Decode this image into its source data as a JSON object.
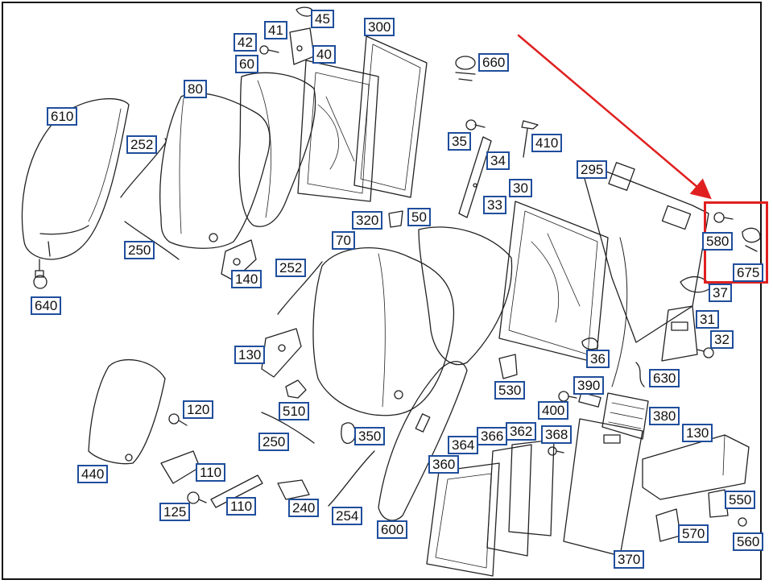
{
  "accent_colors": {
    "label_border": "#1f4e9c",
    "highlight": "#e02020",
    "line": "#222222"
  },
  "callouts": [
    {
      "id": "c45",
      "text": "45"
    },
    {
      "id": "c41",
      "text": "41"
    },
    {
      "id": "c42",
      "text": "42"
    },
    {
      "id": "c60",
      "text": "60"
    },
    {
      "id": "c40",
      "text": "40"
    },
    {
      "id": "c300",
      "text": "300"
    },
    {
      "id": "c660",
      "text": "660"
    },
    {
      "id": "c80",
      "text": "80"
    },
    {
      "id": "c610",
      "text": "610"
    },
    {
      "id": "c252a",
      "text": "252"
    },
    {
      "id": "c35",
      "text": "35"
    },
    {
      "id": "c410",
      "text": "410"
    },
    {
      "id": "c34",
      "text": "34"
    },
    {
      "id": "c295",
      "text": "295"
    },
    {
      "id": "c30",
      "text": "30"
    },
    {
      "id": "c33",
      "text": "33"
    },
    {
      "id": "c320",
      "text": "320"
    },
    {
      "id": "c50",
      "text": "50"
    },
    {
      "id": "c70",
      "text": "70"
    },
    {
      "id": "c250a",
      "text": "250"
    },
    {
      "id": "c252b",
      "text": "252"
    },
    {
      "id": "c140",
      "text": "140"
    },
    {
      "id": "c640",
      "text": "640"
    },
    {
      "id": "c580",
      "text": "580"
    },
    {
      "id": "c675",
      "text": "675"
    },
    {
      "id": "c37",
      "text": "37"
    },
    {
      "id": "c31",
      "text": "31"
    },
    {
      "id": "c32",
      "text": "32"
    },
    {
      "id": "c130a",
      "text": "130"
    },
    {
      "id": "c36",
      "text": "36"
    },
    {
      "id": "c630",
      "text": "630"
    },
    {
      "id": "c530",
      "text": "530"
    },
    {
      "id": "c390",
      "text": "390"
    },
    {
      "id": "c400",
      "text": "400"
    },
    {
      "id": "c510",
      "text": "510"
    },
    {
      "id": "c120",
      "text": "120"
    },
    {
      "id": "c380",
      "text": "380"
    },
    {
      "id": "c130b",
      "text": "130"
    },
    {
      "id": "c250b",
      "text": "250"
    },
    {
      "id": "c350",
      "text": "350"
    },
    {
      "id": "c364",
      "text": "364"
    },
    {
      "id": "c366",
      "text": "366"
    },
    {
      "id": "c362",
      "text": "362"
    },
    {
      "id": "c368",
      "text": "368"
    },
    {
      "id": "c360",
      "text": "360"
    },
    {
      "id": "c440",
      "text": "440"
    },
    {
      "id": "c110a",
      "text": "110"
    },
    {
      "id": "c110b",
      "text": "110"
    },
    {
      "id": "c125",
      "text": "125"
    },
    {
      "id": "c240",
      "text": "240"
    },
    {
      "id": "c254",
      "text": "254"
    },
    {
      "id": "c600",
      "text": "600"
    },
    {
      "id": "c550",
      "text": "550"
    },
    {
      "id": "c570",
      "text": "570"
    },
    {
      "id": "c560",
      "text": "560"
    },
    {
      "id": "c370",
      "text": "370"
    }
  ]
}
